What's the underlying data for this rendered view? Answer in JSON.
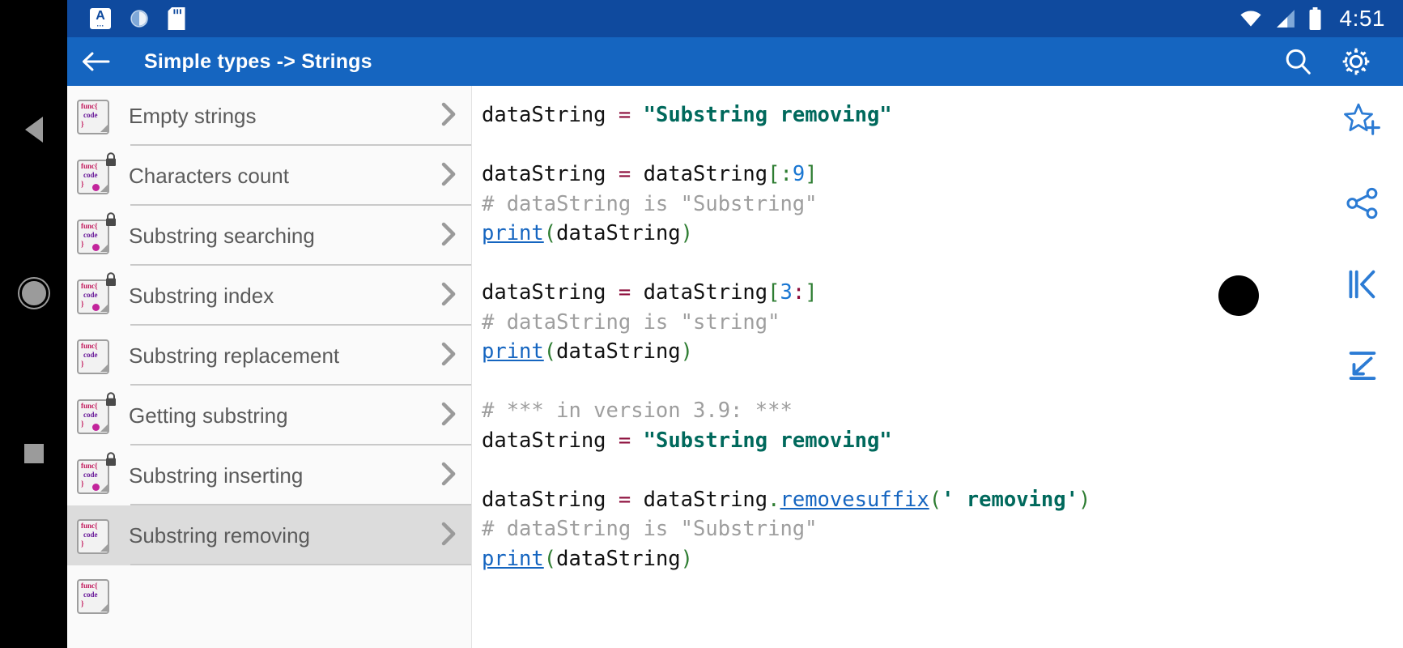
{
  "statusbar": {
    "time": "4:51",
    "left_icons": [
      "app-notification-icon",
      "sync-icon",
      "sd-card-icon"
    ],
    "right_icons": [
      "wifi-icon",
      "cellular-signal-icon",
      "battery-icon"
    ],
    "background": "#0f4a9e"
  },
  "appbar": {
    "back_label": "back-arrow",
    "title": "Simple types -> Strings",
    "search_label": "Search",
    "settings_label": "Settings",
    "background": "#1565c0"
  },
  "sidebar": {
    "items": [
      {
        "label": "Empty strings",
        "locked": false,
        "dot": false,
        "selected": false
      },
      {
        "label": "Characters count",
        "locked": true,
        "dot": true,
        "selected": false
      },
      {
        "label": "Substring searching",
        "locked": true,
        "dot": true,
        "selected": false
      },
      {
        "label": "Substring index",
        "locked": true,
        "dot": true,
        "selected": false
      },
      {
        "label": "Substring replacement",
        "locked": false,
        "dot": false,
        "selected": false
      },
      {
        "label": "Getting substring",
        "locked": true,
        "dot": true,
        "selected": false
      },
      {
        "label": "Substring inserting",
        "locked": true,
        "dot": true,
        "selected": false
      },
      {
        "label": "Substring removing",
        "locked": false,
        "dot": false,
        "selected": true
      }
    ],
    "icon_text": {
      "line1": "func{",
      "line2": "code",
      "line3": "}"
    },
    "chevron": "chevron-right-icon"
  },
  "code": {
    "language": "python",
    "lines": [
      [
        {
          "t": "dataString ",
          "c": "var"
        },
        {
          "t": "=",
          "c": "op"
        },
        {
          "t": " ",
          "c": "var"
        },
        {
          "t": "\"Substring removing\"",
          "c": "str"
        }
      ],
      [],
      [
        {
          "t": "dataString ",
          "c": "var"
        },
        {
          "t": "=",
          "c": "op"
        },
        {
          "t": " dataString",
          "c": "var"
        },
        {
          "t": "[",
          "c": "brk"
        },
        {
          "t": ":",
          "c": "brk"
        },
        {
          "t": "9",
          "c": "num"
        },
        {
          "t": "]",
          "c": "brk"
        }
      ],
      [
        {
          "t": "# dataString is \"Substring\"",
          "c": "cmt"
        }
      ],
      [
        {
          "t": "print",
          "c": "fn"
        },
        {
          "t": "(",
          "c": "brk"
        },
        {
          "t": "dataString",
          "c": "var"
        },
        {
          "t": ")",
          "c": "brk"
        }
      ],
      [],
      [
        {
          "t": "dataString ",
          "c": "var"
        },
        {
          "t": "=",
          "c": "op"
        },
        {
          "t": " dataString",
          "c": "var"
        },
        {
          "t": "[",
          "c": "brk"
        },
        {
          "t": "3",
          "c": "num"
        },
        {
          "t": ":",
          "c": "op"
        },
        {
          "t": "]",
          "c": "brk"
        }
      ],
      [
        {
          "t": "# dataString is \"string\"",
          "c": "cmt"
        }
      ],
      [
        {
          "t": "print",
          "c": "fn"
        },
        {
          "t": "(",
          "c": "brk"
        },
        {
          "t": "dataString",
          "c": "var"
        },
        {
          "t": ")",
          "c": "brk"
        }
      ],
      [],
      [
        {
          "t": "# *** in version 3.9: ***",
          "c": "cmt"
        }
      ],
      [
        {
          "t": "dataString ",
          "c": "var"
        },
        {
          "t": "=",
          "c": "op"
        },
        {
          "t": " ",
          "c": "var"
        },
        {
          "t": "\"Substring removing\"",
          "c": "str"
        }
      ],
      [],
      [
        {
          "t": "dataString ",
          "c": "var"
        },
        {
          "t": "=",
          "c": "op"
        },
        {
          "t": " dataString",
          "c": "var"
        },
        {
          "t": ".",
          "c": "dot"
        },
        {
          "t": "removesuffix",
          "c": "fn"
        },
        {
          "t": "(",
          "c": "brk"
        },
        {
          "t": "' removing'",
          "c": "str"
        },
        {
          "t": ")",
          "c": "brk"
        }
      ],
      [
        {
          "t": "# dataString is \"Substring\"",
          "c": "cmt"
        }
      ],
      [
        {
          "t": "print",
          "c": "fn"
        },
        {
          "t": "(",
          "c": "brk"
        },
        {
          "t": "dataString",
          "c": "var"
        },
        {
          "t": ")",
          "c": "brk"
        }
      ]
    ]
  },
  "rail": {
    "items": [
      {
        "icon": "star-plus-icon",
        "label": "Add to favorites"
      },
      {
        "icon": "share-icon",
        "label": "Share"
      },
      {
        "icon": "skip-to-start-icon",
        "label": "Go to first"
      },
      {
        "icon": "collapse-down-left-icon",
        "label": "Scroll to bottom"
      }
    ],
    "accent": "#1565c0"
  },
  "navbar": {
    "items": [
      {
        "icon": "back-triangle-icon",
        "label": "Back"
      },
      {
        "icon": "home-circle-icon",
        "label": "Home"
      },
      {
        "icon": "recents-square-icon",
        "label": "Recents"
      }
    ]
  },
  "cursor": {
    "visible": true
  }
}
